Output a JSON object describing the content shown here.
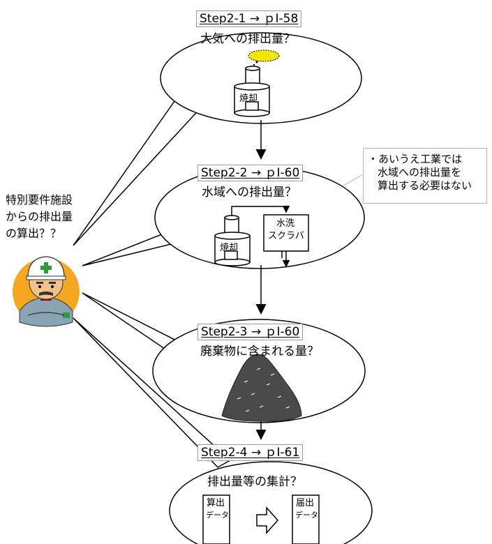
{
  "steps": [
    {
      "label": "Step2-1 → ｐⅠ-58",
      "question": "大気への排出量？"
    },
    {
      "label": "Step2-2 → ｐⅠ-60",
      "question": "水域への排出量？"
    },
    {
      "label": "Step2-3 → ｐⅠ-60",
      "question": "廃棄物に含まれる量？"
    },
    {
      "label": "Step2-4 → ｐⅠ-61",
      "question": "排出量等の集計？"
    }
  ],
  "speaker_text": [
    "特別要件施設",
    "からの排出量",
    "の算出？？"
  ],
  "note": {
    "line1": "・あいうえ工業では",
    "line2": "水域への排出量を",
    "line3": "算出する必要はない"
  },
  "incinerator_label": "焼却",
  "scrubber_label": [
    "水洗",
    "スクラバ"
  ],
  "calc_data_label": [
    "算出",
    "データ"
  ],
  "report_data_label": [
    "届出",
    "データ"
  ],
  "colors": {
    "smoke": "#f5e600",
    "helmet_cross": "#2e9a3a",
    "badge_bg": "#f5a623",
    "suit": "#8aa3b5",
    "waste_pile": "#4a4a4a"
  }
}
